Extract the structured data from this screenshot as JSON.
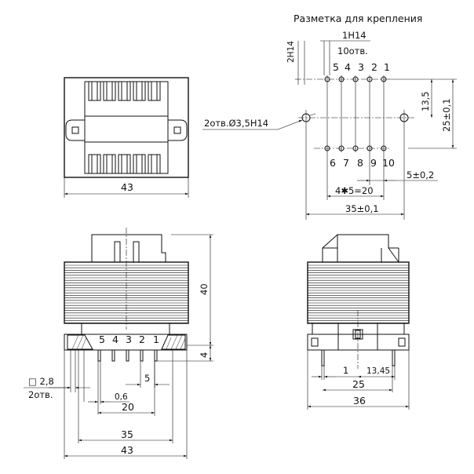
{
  "drawing": {
    "top_left_view": {
      "width_label": "43"
    },
    "mounting": {
      "title": "Разметка для крепления",
      "tol_2h14": "2H14",
      "tol_1h14": "1H14",
      "holes_10": "10отв.",
      "pins_top": [
        "5",
        "4",
        "3",
        "2",
        "1"
      ],
      "pins_bottom": [
        "6",
        "7",
        "8",
        "9",
        "10"
      ],
      "mount_holes": "2отв.Ø3,5H14",
      "dim_13_5": "13,5",
      "dim_25": "25±0,1",
      "dim_5": "5±0,2",
      "dim_4x5": "4✱5=20",
      "dim_35": "35±0,1"
    },
    "front_view": {
      "pins": [
        "5",
        "4",
        "3",
        "2",
        "1"
      ],
      "dim_40": "40",
      "dim_4": "4",
      "dim_5": "5",
      "dim_sq": "□ 2,8",
      "dim_2otv": "2отв.",
      "dim_06": "0,6",
      "dim_20": "20",
      "dim_35": "35",
      "dim_43": "43"
    },
    "side_view": {
      "dim_1": "1",
      "dim_1345": "13,45",
      "dim_25": "25",
      "dim_36": "36"
    }
  }
}
